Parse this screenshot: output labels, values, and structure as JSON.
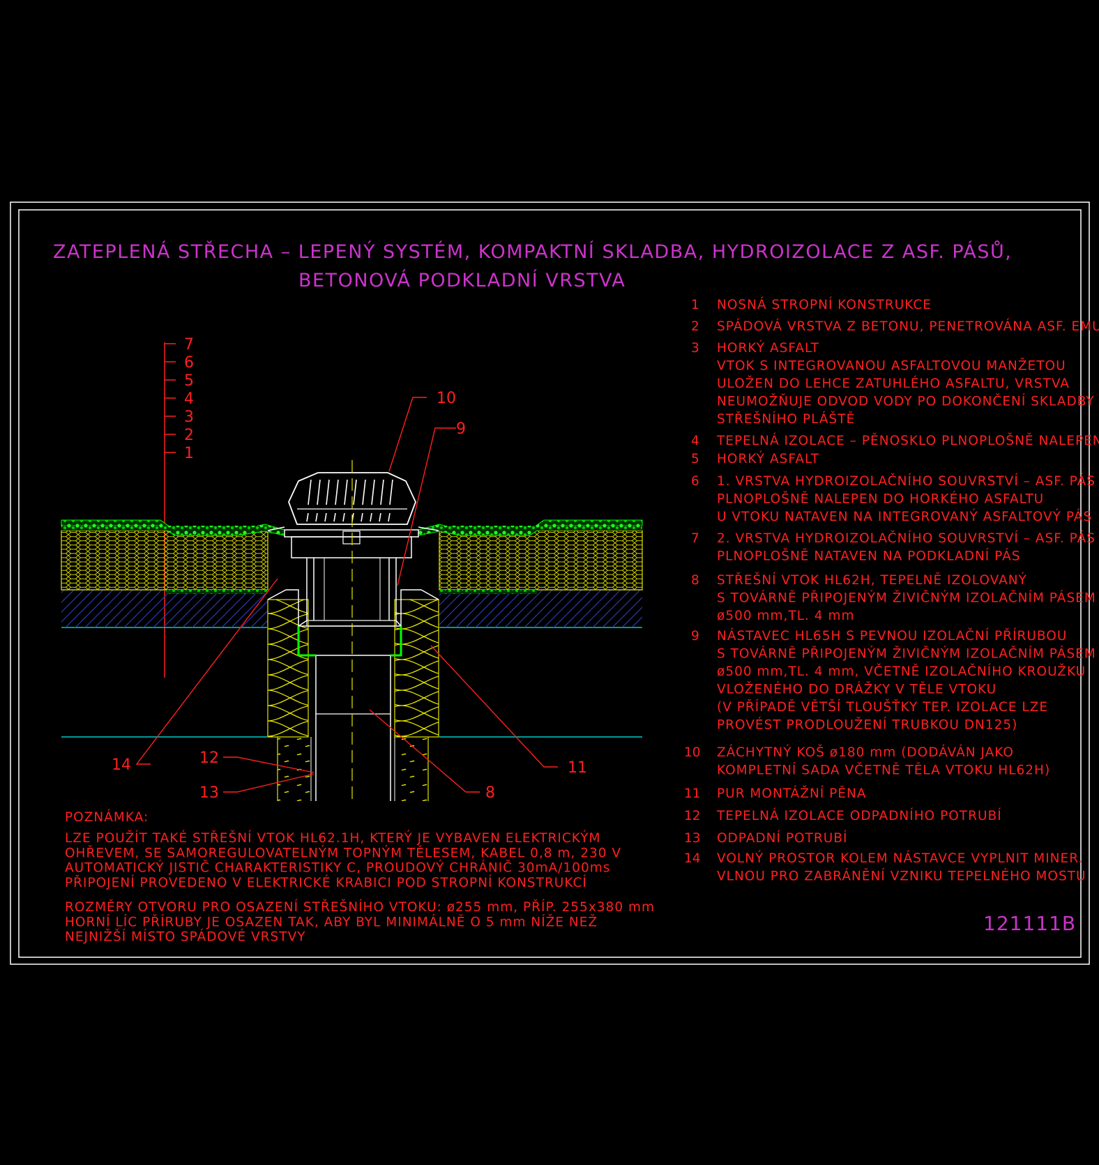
{
  "drawing": {
    "title_line1": "ZATEPLENÁ STŘECHA – LEPENÝ SYSTÉM, KOMPAKTNÍ SKLADBA, HYDROIZOLACE Z ASF. PÁSŮ,",
    "title_line2": "BETONOVÁ PODKLADNÍ VRSTVA",
    "code": "121111B",
    "colors": {
      "background": "#000000",
      "frame": "#ffffff",
      "title": "#cc33cc",
      "text": "#ff2020",
      "insulation": "#e6e600",
      "waterproofing": "#00ff00",
      "concrete": "#2a3aa8",
      "slab_line": "#00ffff"
    }
  },
  "layer_scale": [
    "7",
    "6",
    "5",
    "4",
    "3",
    "2",
    "1"
  ],
  "callouts": [
    "10",
    "9",
    "14",
    "12",
    "13",
    "8",
    "11"
  ],
  "legend": [
    {
      "num": "1",
      "lines": [
        "NOSNÁ STROPNÍ KONSTRUKCE"
      ]
    },
    {
      "num": "2",
      "lines": [
        "SPÁDOVÁ VRSTVA Z BETONU, PENETROVÁNA ASF. EMULZÍ"
      ]
    },
    {
      "num": "3",
      "lines": [
        "HORKÝ ASFALT",
        "VTOK S INTEGROVANOU ASFALTOVOU MANŽETOU",
        "ULOŽEN DO LEHCE ZATUHLÉHO ASFALTU, VRSTVA",
        "NEUMOŽŇUJE ODVOD VODY PO DOKONČENÍ SKLADBY",
        "STŘEŠNÍHO PLÁŠTĚ"
      ]
    },
    {
      "num": "4",
      "lines": [
        "TEPELNÁ IZOLACE – PĚNOSKLO PLNOPLOŠNĚ NALEPENO"
      ]
    },
    {
      "num": "5",
      "lines": [
        "HORKÝ ASFALT"
      ]
    },
    {
      "num": "6",
      "lines": [
        "1. VRSTVA HYDROIZOLAČNÍHO SOUVRSTVÍ – ASF. PÁS",
        "PLNOPLOŠNĚ NALEPEN DO HORKÉHO ASFALTU",
        "U VTOKU NATAVEN NA INTEGROVANÝ ASFALTOVÝ PÁS"
      ]
    },
    {
      "num": "7",
      "lines": [
        "2. VRSTVA HYDROIZOLAČNÍHO SOUVRSTVÍ – ASF. PÁS",
        "PLNOPLOŠNĚ NATAVEN NA PODKLADNÍ PÁS"
      ]
    },
    {
      "num": "8",
      "lines": [
        "STŘEŠNÍ VTOK HL62H, TEPELNĚ IZOLOVANÝ",
        "S TOVÁRNĚ PŘIPOJENÝM ŽIVIČNÝM IZOLAČNÍM PÁSEM",
        "ø500 mm,TL. 4 mm"
      ]
    },
    {
      "num": "9",
      "lines": [
        "NÁSTAVEC HL65H S PEVNOU IZOLAČNÍ PŘÍRUBOU",
        "S TOVÁRNĚ PŘIPOJENÝM ŽIVIČNÝM IZOLAČNÍM PÁSEM",
        "ø500 mm,TL. 4 mm, VČETNĚ IZOLAČNÍHO KROUŽKU",
        "VLOŽENÉHO DO DRÁŽKY V TĚLE VTOKU",
        "(V PŘÍPADĚ VĚTŠÍ TLOUŠŤKY TEP. IZOLACE LZE",
        "PROVÉST PRODLOUŽENÍ TRUBKOU DN125)"
      ]
    },
    {
      "num": "10",
      "lines": [
        "ZÁCHYTNÝ KOŠ ø180 mm (DODÁVÁN JAKO",
        "KOMPLETNÍ SADA VČETNĚ TĚLA VTOKU HL62H)"
      ]
    },
    {
      "num": "11",
      "lines": [
        "PUR MONTÁŽNÍ PĚNA"
      ]
    },
    {
      "num": "12",
      "lines": [
        "TEPELNÁ IZOLACE ODPADNÍHO POTRUBÍ"
      ]
    },
    {
      "num": "13",
      "lines": [
        "ODPADNÍ POTRUBÍ"
      ]
    },
    {
      "num": "14",
      "lines": [
        "VOLNÝ PROSTOR KOLEM NÁSTAVCE VYPLNIT MINER.",
        "VLNOU PRO ZABRÁNĚNÍ VZNIKU TEPELNÉHO MOSTU"
      ]
    }
  ],
  "note": {
    "heading": "POZNÁMKA:",
    "paragraph1": [
      "LZE POUŽÍT TAKÉ STŘEŠNÍ VTOK HL62.1H, KTERÝ JE VYBAVEN ELEKTRICKÝM",
      "OHŘEVEM, SE SAMOREGULOVATELNÝM TOPNÝM TĚLESEM, KABEL 0,8 m, 230 V",
      "AUTOMATICKÝ JISTIČ CHARAKTERISTIKY C, PROUDOVÝ CHRÁNIČ 30mA/100ms",
      "PŘIPOJENÍ PROVEDENO V ELEKTRICKÉ KRABICI POD STROPNÍ KONSTRUKCÍ"
    ],
    "paragraph2": [
      "ROZMĚRY OTVORU PRO OSAZENÍ STŘEŠNÍHO VTOKU: ø255 mm, PŘÍP. 255x380 mm",
      "HORNÍ LÍC PŘÍRUBY JE OSAZEN TAK, ABY BYL MINIMÁLNĚ O 5 mm NÍŽE NEŽ",
      "NEJNIŽŠÍ MÍSTO SPÁDOVÉ VRSTVY"
    ]
  }
}
